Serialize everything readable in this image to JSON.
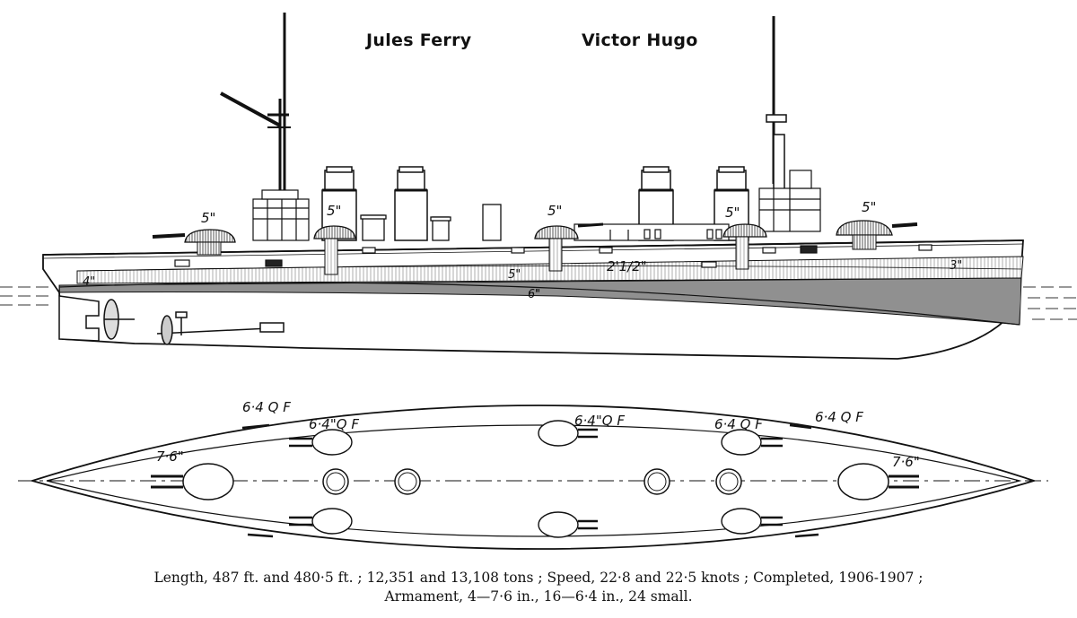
{
  "ships": [
    "Jules Ferry",
    "Victor Hugo"
  ],
  "profile_labels": {
    "turret_fwd": "5\"",
    "turret_2": "5\"",
    "turret_3": "5\"",
    "turret_4": "5\"",
    "turret_aft": "5\"",
    "belt_fwd": "4\"",
    "belt_main_upper": "5\"",
    "belt_main": "6\"",
    "belt_mid": "2'1/2\"",
    "belt_aft": "3\""
  },
  "plan_labels": {
    "qf_1": "6·4 Q F",
    "qf_2": "6·4\"Q F",
    "qf_3": "6·4\"Q F",
    "qf_4": "6·4 Q F",
    "qf_5": "6·4 Q F",
    "main_fwd": "7·6\"",
    "main_aft": "7·6\""
  },
  "caption": {
    "line1": "Length, 487 ft. and 480·5 ft. ; 12,351 and 13,108 tons ; Speed, 22·8 and 22·5 knots ; Completed, 1906-1907 ;",
    "line2": "Armament, 4—7·6 in., 16—6·4 in., 24 small."
  }
}
